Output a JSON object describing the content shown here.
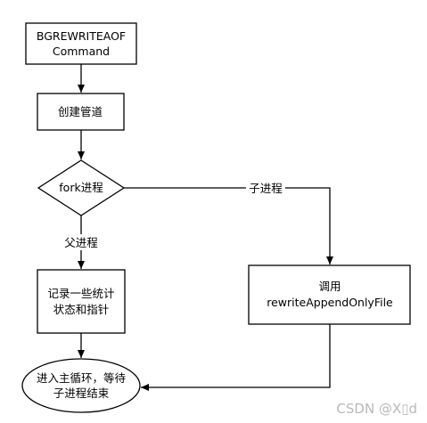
{
  "nodes": {
    "start": {
      "line1": "BGREWRITEAOF",
      "line2": "Command"
    },
    "create_pipe": "创建管道",
    "fork": "fork进程",
    "record": {
      "line1": "记录一些统计",
      "line2": "状态和指针"
    },
    "rewrite": {
      "line1": "调用",
      "line2": "rewriteAppendOnlyFile"
    },
    "main_loop": {
      "line1": "进入主循环，等待",
      "line2": "子进程结束"
    }
  },
  "edges": {
    "child_process": "子进程",
    "parent_process": "父进程"
  },
  "watermark": "CSDN @X▯d"
}
